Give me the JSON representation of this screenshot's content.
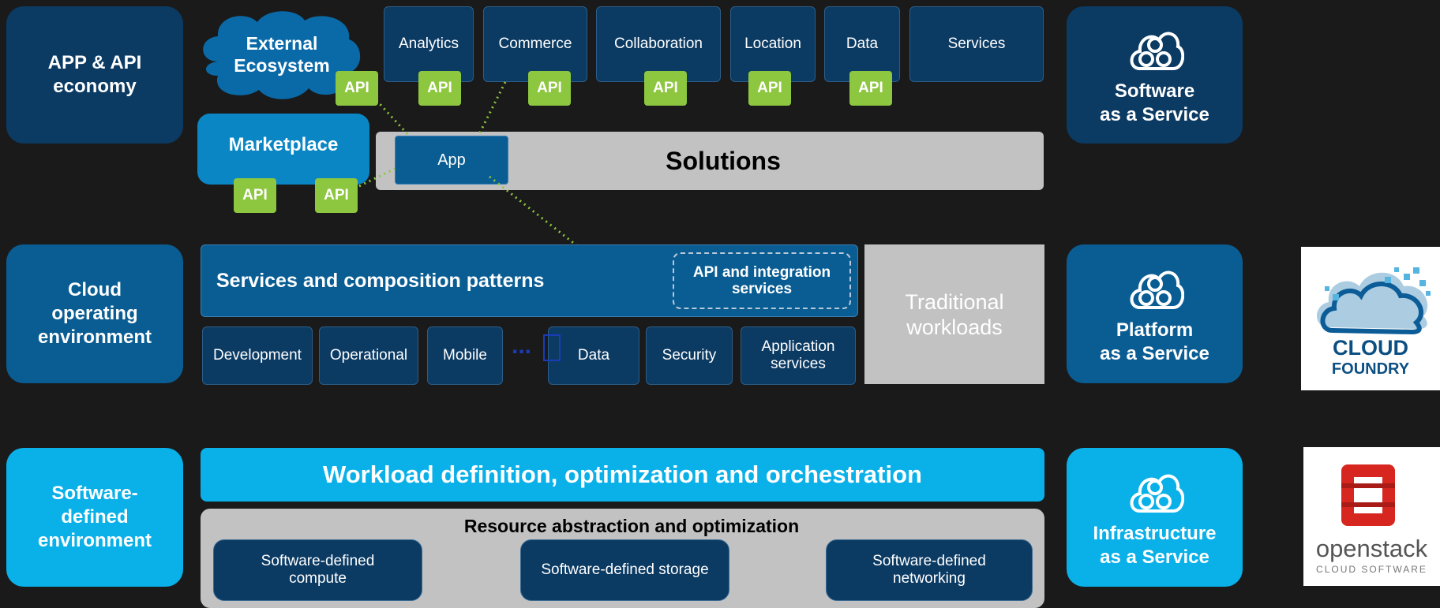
{
  "layers": {
    "app_api": "APP & API\neconomy",
    "cloud_os": "Cloud\noperating\nenvironment",
    "sde": "Software-\ndefined\nenvironment"
  },
  "external_ecosystem": "External\nEcosystem",
  "api_label": "API",
  "top_services": [
    "Analytics",
    "Commerce",
    "Collaboration",
    "Location",
    "Data",
    "Services"
  ],
  "marketplace": "Marketplace",
  "app": "App",
  "solutions": "Solutions",
  "services_composition": "Services and composition patterns",
  "api_integration": "API and integration\nservices",
  "traditional_workloads": "Traditional\nworkloads",
  "service_boxes": [
    "Development",
    "Operational",
    "Mobile",
    "Data",
    "Security",
    "Application\nservices"
  ],
  "ellipsis": "...",
  "workload_definition": "Workload definition, optimization and orchestration",
  "resource_abstraction": "Resource abstraction and optimization",
  "sd_boxes": [
    "Software-defined\ncompute",
    "Software-defined storage",
    "Software-defined\nnetworking"
  ],
  "aas": {
    "saas": "Software\nas a Service",
    "paas": "Platform\nas a Service",
    "iaas": "Infrastructure\nas a Service"
  },
  "logos": {
    "cloudfoundry_line1": "CLOUD",
    "cloudfoundry_line2": "FOUNDRY",
    "openstack_name": "openstack",
    "openstack_sub": "CLOUD SOFTWARE"
  },
  "colors": {
    "dark_blue": "#0b3a63",
    "mid_blue": "#0a5d93",
    "light_blue": "#0ab0e8",
    "api_green": "#8dc63f",
    "grey": "#c2c2c2",
    "background": "#1a1a1a"
  }
}
